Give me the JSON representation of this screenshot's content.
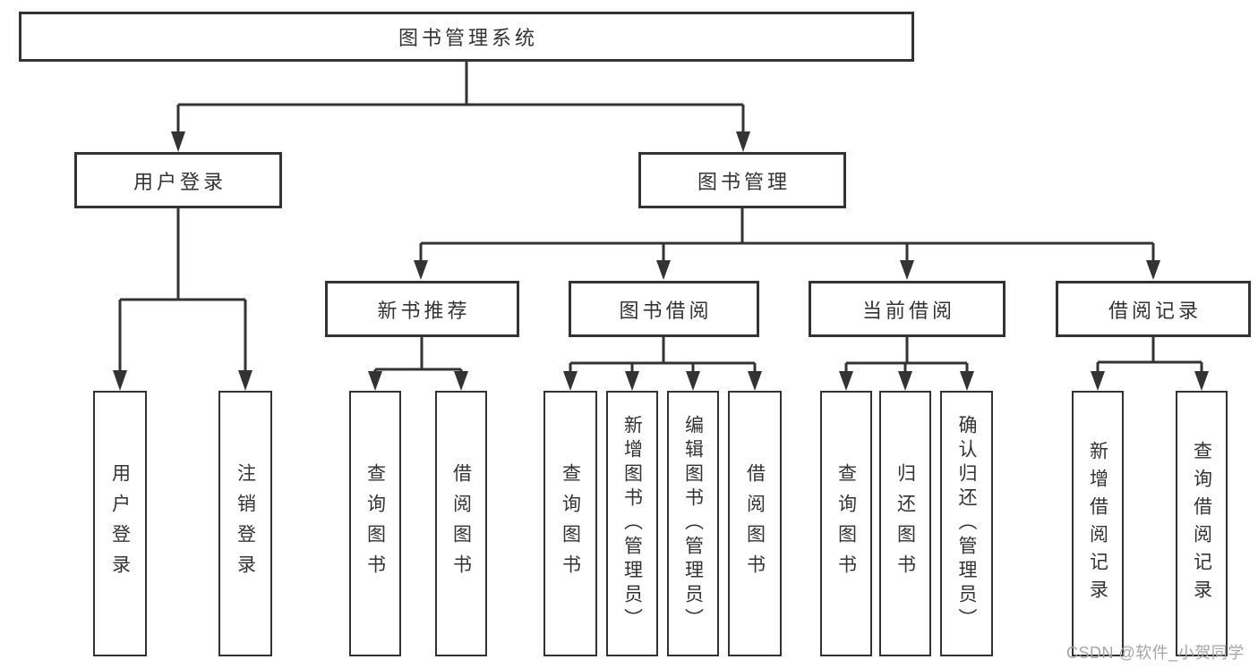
{
  "colors": {
    "background": "#ffffff",
    "line": "#333333",
    "box_border": "#333333",
    "text": "#333333",
    "watermark": "#a6a6a6"
  },
  "diagram": {
    "root": {
      "label": "图书管理系统"
    },
    "level2": [
      {
        "label": "用户登录"
      },
      {
        "label": "图书管理"
      }
    ],
    "level3": [
      {
        "label": "新书推荐",
        "parent": "图书管理"
      },
      {
        "label": "图书借阅",
        "parent": "图书管理"
      },
      {
        "label": "当前借阅",
        "parent": "图书管理"
      },
      {
        "label": "借阅记录",
        "parent": "图书管理"
      }
    ],
    "leaves": [
      {
        "label": "用户登录",
        "parent": "用户登录"
      },
      {
        "label": "注销登录",
        "parent": "用户登录"
      },
      {
        "label": "查询图书",
        "parent": "新书推荐"
      },
      {
        "label": "借阅图书",
        "parent": "新书推荐"
      },
      {
        "label": "查询图书",
        "parent": "图书借阅"
      },
      {
        "label": "新增图书（管理员）",
        "parent": "图书借阅"
      },
      {
        "label": "编辑图书（管理员）",
        "parent": "图书借阅"
      },
      {
        "label": "借阅图书",
        "parent": "图书借阅"
      },
      {
        "label": "查询图书",
        "parent": "当前借阅"
      },
      {
        "label": "归还图书",
        "parent": "当前借阅"
      },
      {
        "label": "确认归还（管理员）",
        "parent": "当前借阅"
      },
      {
        "label": "新增借阅记录",
        "parent": "借阅记录"
      },
      {
        "label": "查询借阅记录",
        "parent": "借阅记录"
      }
    ]
  },
  "watermark": {
    "text": "CSDN @软件_小贺同学"
  }
}
